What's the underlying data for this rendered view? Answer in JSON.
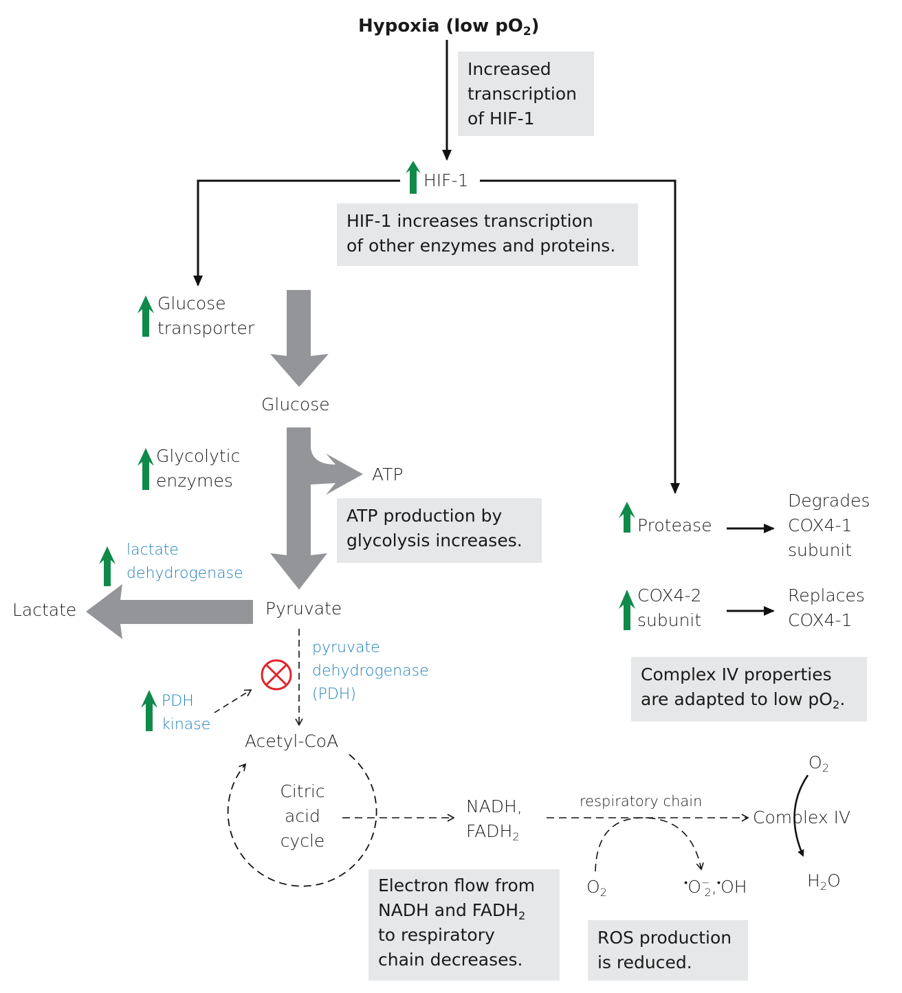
{
  "title": {
    "main": "Hypoxia (low pO",
    "sub": "2",
    "end": ")"
  },
  "notes": {
    "hif_transcription": [
      "Increased",
      "transcription",
      "of HIF-1"
    ],
    "hif_effect": [
      "HIF-1 increases transcription",
      "of other enzymes and proteins."
    ],
    "atp_effect": [
      "ATP production by",
      "glycolysis increases."
    ],
    "complex_iv": {
      "line1": "Complex IV properties",
      "line2_main": "are adapted to low pO",
      "line2_sub": "2",
      "line2_end": "."
    },
    "electron_flow": {
      "line1": "Electron flow from",
      "line2_main": "NADH and FADH",
      "line2_sub": "2",
      "line3": "to respiratory",
      "line4": "chain decreases."
    },
    "ros": [
      "ROS production",
      "is reduced."
    ]
  },
  "nodes": {
    "hif1": "HIF-1",
    "glucose_transporter": [
      "Glucose",
      "transporter"
    ],
    "glucose": "Glucose",
    "glycolytic_enzymes": [
      "Glycolytic",
      "enzymes"
    ],
    "atp": "ATP",
    "lactate_dehydrogenase": [
      "lactate",
      "dehydrogenase"
    ],
    "lactate": "Lactate",
    "pyruvate": "Pyruvate",
    "pdh": [
      "pyruvate",
      "dehydrogenase",
      "(PDH)"
    ],
    "pdh_kinase": [
      "PDH",
      "kinase"
    ],
    "acetyl_coa": "Acetyl-CoA",
    "citric_acid_cycle": [
      "Citric",
      "acid",
      "cycle"
    ],
    "nadh": "NADH,",
    "fadh2": {
      "main": "FADH",
      "sub": "2"
    },
    "respiratory_chain": "respiratory chain",
    "complex_iv": "Complex IV",
    "o2_top": {
      "main": "O",
      "sub": "2"
    },
    "h2o": {
      "a": "H",
      "sub": "2",
      "b": "O"
    },
    "o2_bottom": {
      "main": "O",
      "sub": "2"
    },
    "ros_species": {
      "dot": "•",
      "o": "O",
      "sup": "−",
      "sub": "2",
      "mid": ",",
      "dot2": "•",
      "oh": "OH"
    },
    "protease": "Protease",
    "degrades": [
      "Degrades",
      "COX4-1",
      "subunit"
    ],
    "cox42": [
      "COX4-2",
      "subunit"
    ],
    "replaces": [
      "Replaces",
      "COX4-1"
    ]
  },
  "colors": {
    "up_arrow": "#0f8a4a",
    "flow_arrow": "#939598",
    "inhibit": "#e0242c",
    "enzyme_text": "#1f7fb8",
    "note_bg": "#e6e7e8"
  }
}
